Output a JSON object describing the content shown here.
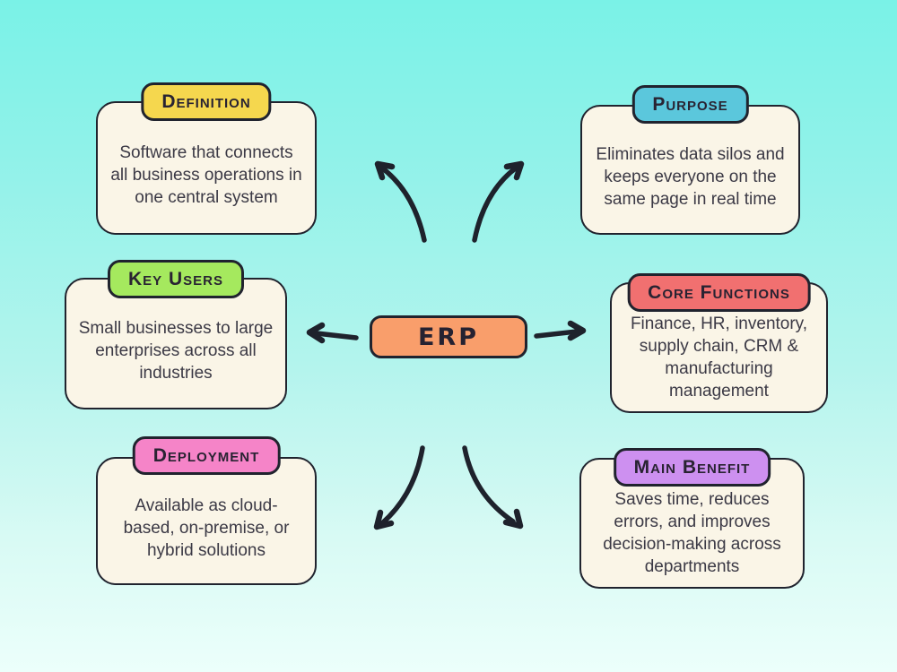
{
  "diagram": {
    "center": {
      "label": "ERP",
      "fill": "#F99E6B"
    },
    "style": {
      "background_top": "#7AF2E7",
      "background_bottom": "#ECFFFB",
      "card_fill": "#FAF5E7",
      "stroke": "#20232E"
    },
    "nodes": [
      {
        "id": "definition",
        "label": "Definition",
        "header_fill": "#F5D74E",
        "text": "Software that connects all business operations in one central system"
      },
      {
        "id": "purpose",
        "label": "Purpose",
        "header_fill": "#5BC7DC",
        "text": "Eliminates data silos and keeps everyone on the same page in real time"
      },
      {
        "id": "key-users",
        "label": "Key Users",
        "header_fill": "#A5E95E",
        "text": "Small businesses to large enterprises across all industries"
      },
      {
        "id": "core-functions",
        "label": "Core Functions",
        "header_fill": "#F17070",
        "text": "Finance, HR, inventory, supply chain, CRM & manufacturing management"
      },
      {
        "id": "deployment",
        "label": "Deployment",
        "header_fill": "#F584C8",
        "text": "Available as cloud-based, on-premise, or hybrid solutions"
      },
      {
        "id": "main-benefit",
        "label": "Main Benefit",
        "header_fill": "#CD90F0",
        "text": "Saves time, reduces errors, and improves decision-making across departments"
      }
    ]
  }
}
